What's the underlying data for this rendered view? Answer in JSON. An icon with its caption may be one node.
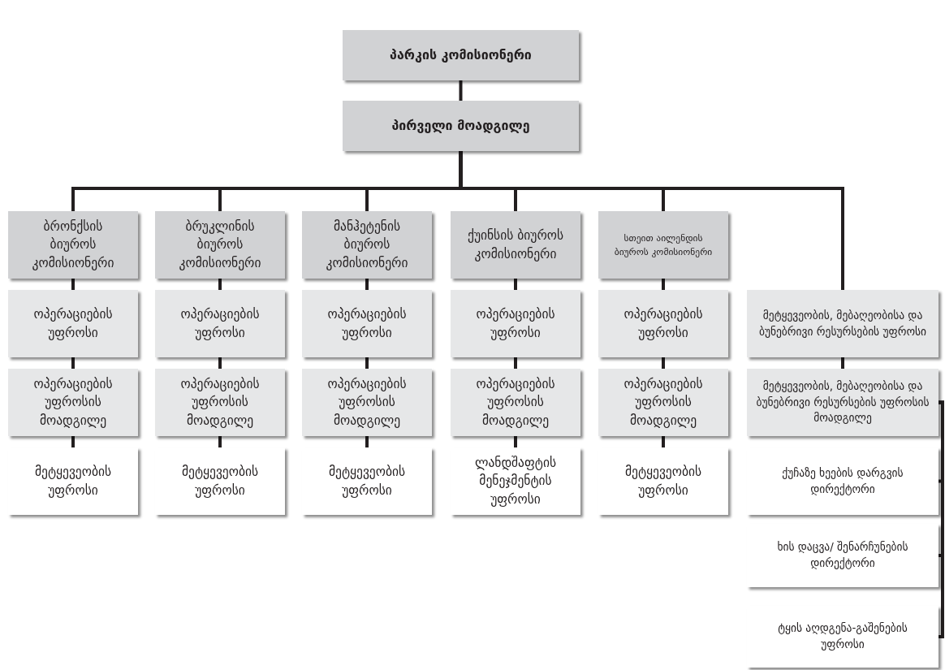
{
  "diagram": {
    "nodes": [
      {
        "text": [
          "პარკის კომისიონერი"
        ]
      },
      {
        "text": [
          "პირველი მოადგილე"
        ]
      },
      {
        "text": [
          "ბრონქსის ბიუროს კომისიონერი"
        ]
      },
      {
        "text": [
          "ოპერაციების უფროსი"
        ]
      },
      {
        "text": [
          "ოპერაციების უფროსის მოადგილე"
        ]
      },
      {
        "text": [
          "მეტყევეობის უფროსი"
        ]
      },
      {
        "text": [
          "ბრუკლინის ბიუროს კომისიონერი"
        ]
      },
      {
        "text": [
          "ოპერაციების უფროსი"
        ]
      },
      {
        "text": [
          "ოპერაციების უფროსის მოადგილე"
        ]
      },
      {
        "text": [
          "მეტყევეობის უფროსი"
        ]
      },
      {
        "text": [
          "მანჰეტენის ბიუროს კომისიონერი"
        ]
      },
      {
        "text": [
          "ოპერაციების უფროსი"
        ]
      },
      {
        "text": [
          "ოპერაციების უფროსის მოადგილე"
        ]
      },
      {
        "text": [
          "მეტყევეობის უფროსი"
        ]
      },
      {
        "text": [
          "ქუინსის ბიუროს კომისიონერი"
        ]
      },
      {
        "text": [
          "ოპერაციების უფროსი"
        ]
      },
      {
        "text": [
          "ოპერაციების უფროსის მოადგილე"
        ]
      },
      {
        "text": [
          "ლანდშაფტის მენეჯმენტის უფროსი"
        ]
      },
      {
        "text": [
          "სთეით აილენდის ბიუროს კომისიონერი"
        ]
      },
      {
        "text": [
          "ოპერაციების უფროსი"
        ]
      },
      {
        "text": [
          "ოპერაციების უფროსის მოადგილე"
        ]
      },
      {
        "text": [
          "მეტყევეობის უფროსი"
        ]
      },
      {
        "text": [
          "მეტყევეობის, მებაღეობისა და ბუნებრივი რესურსების უფროსი"
        ]
      },
      {
        "text": [
          "მეტყევეობის, მებაღეობისა და ბუნებრივი რესურსების უფროსის მოადგილე"
        ]
      },
      {
        "text": [
          "ქუჩაზე ხეების დარგვის დირექტორი"
        ]
      },
      {
        "text": [
          "ხის დაცვა/ შენარჩუნების დირექტორი"
        ]
      },
      {
        "text": [
          "ტყის აღდგენა-გაშენების უფროსი"
        ]
      }
    ],
    "edges": [
      {
        "from": 0,
        "to": 1,
        "arrow": "none"
      },
      {
        "from": 1,
        "to": 2,
        "arrow": "none"
      },
      {
        "from": 1,
        "to": 6,
        "arrow": "none"
      },
      {
        "from": 1,
        "to": 10,
        "arrow": "none"
      },
      {
        "from": 1,
        "to": 14,
        "arrow": "none"
      },
      {
        "from": 1,
        "to": 18,
        "arrow": "none"
      },
      {
        "from": 1,
        "to": 22,
        "arrow": "none"
      },
      {
        "from": 2,
        "to": 3,
        "arrow": "none"
      },
      {
        "from": 3,
        "to": 4,
        "arrow": "none"
      },
      {
        "from": 4,
        "to": 5,
        "arrow": "none"
      },
      {
        "from": 6,
        "to": 7,
        "arrow": "none"
      },
      {
        "from": 7,
        "to": 8,
        "arrow": "none"
      },
      {
        "from": 8,
        "to": 9,
        "arrow": "none"
      },
      {
        "from": 10,
        "to": 11,
        "arrow": "none"
      },
      {
        "from": 11,
        "to": 12,
        "arrow": "none"
      },
      {
        "from": 12,
        "to": 13,
        "arrow": "none"
      },
      {
        "from": 14,
        "to": 15,
        "arrow": "none"
      },
      {
        "from": 15,
        "to": 16,
        "arrow": "none"
      },
      {
        "from": 16,
        "to": 17,
        "arrow": "none"
      },
      {
        "from": 18,
        "to": 19,
        "arrow": "none"
      },
      {
        "from": 19,
        "to": 20,
        "arrow": "none"
      },
      {
        "from": 20,
        "to": 21,
        "arrow": "none"
      },
      {
        "from": 22,
        "to": 23,
        "arrow": "none"
      },
      {
        "from": 23,
        "to": 24,
        "arrow": "none"
      },
      {
        "from": 23,
        "to": 25,
        "arrow": "none"
      },
      {
        "from": 23,
        "to": 26,
        "arrow": "none"
      }
    ]
  }
}
